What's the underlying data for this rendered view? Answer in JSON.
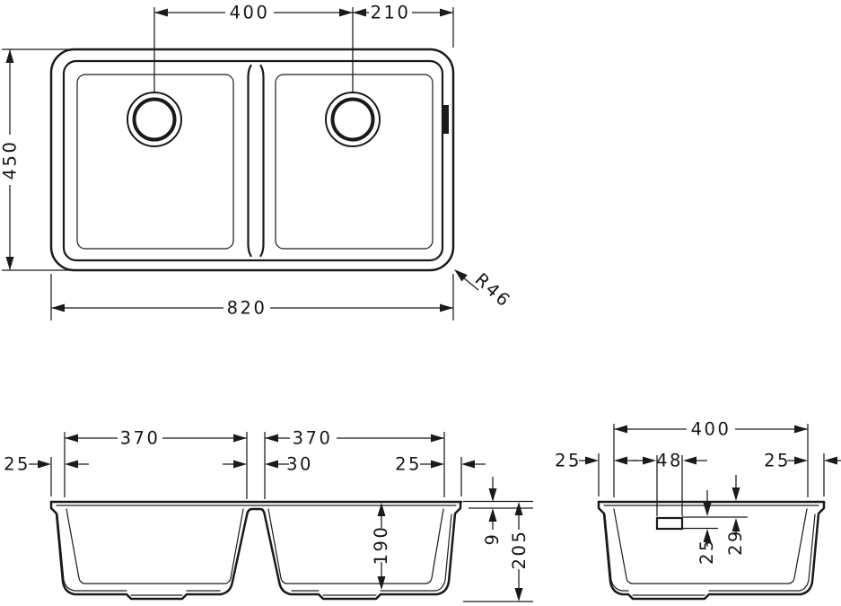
{
  "drawing": {
    "title": "double-bowl-sink-dimension-drawing",
    "ink_color": "#1a1a1a",
    "background_color": "#ffffff",
    "top_view": {
      "drain_spacing": "400",
      "drain_to_edge": "210",
      "overall_depth": "450",
      "overall_width": "820",
      "corner_radius": "R46"
    },
    "front_section": {
      "left_bowl_width": "370",
      "right_bowl_width": "370",
      "left_rim": "25",
      "divider_width": "30",
      "right_rim": "25",
      "bowl_depth": "190",
      "rim_height": "9",
      "total_height": "205"
    },
    "side_section": {
      "bowl_length": "400",
      "front_rim": "25",
      "overflow_width": "48",
      "back_rim": "25",
      "overflow_height": "25",
      "overflow_offset": "29"
    }
  }
}
